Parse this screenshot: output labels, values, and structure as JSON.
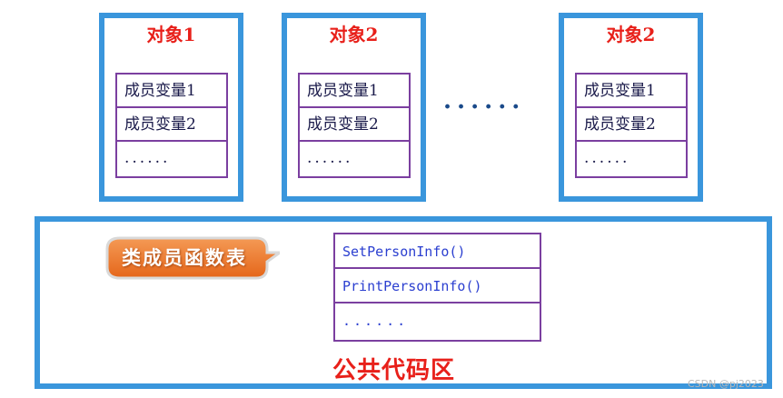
{
  "objects": [
    {
      "title": "对象1",
      "members": [
        "成员变量1",
        "成员变量2",
        "......"
      ]
    },
    {
      "title": "对象2",
      "members": [
        "成员变量1",
        "成员变量2",
        "......"
      ]
    },
    {
      "title": "对象2",
      "members": [
        "成员变量1",
        "成员变量2",
        "......"
      ]
    }
  ],
  "between_objects_ellipsis": "......",
  "callout": {
    "label": "类成员函数表",
    "color": "#f07a2c"
  },
  "function_table": [
    "SetPersonInfo()",
    "PrintPersonInfo()",
    "......"
  ],
  "code_area": {
    "title": "公共代码区"
  },
  "watermark": "CSDN @pj2023",
  "colors": {
    "box_border": "#3a96dc",
    "table_border": "#7b3fa0",
    "title_red": "#e8201a",
    "function_text": "#2b3fd0"
  }
}
